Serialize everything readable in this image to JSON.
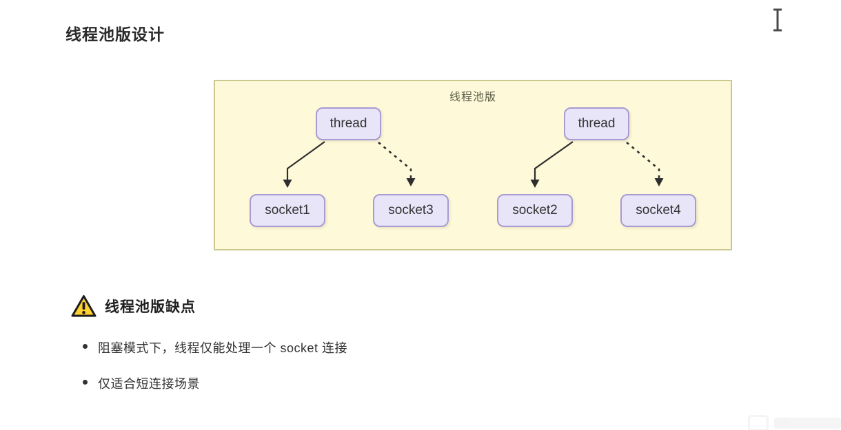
{
  "page": {
    "title": "线程池版设计"
  },
  "diagram": {
    "label": "线程池版",
    "threads": [
      {
        "label": "thread"
      },
      {
        "label": "thread"
      }
    ],
    "sockets": [
      {
        "label": "socket1"
      },
      {
        "label": "socket3"
      },
      {
        "label": "socket2"
      },
      {
        "label": "socket4"
      }
    ],
    "edges": [
      {
        "from": "thread-1",
        "to": "socket1",
        "style": "solid"
      },
      {
        "from": "thread-1",
        "to": "socket3",
        "style": "dashed"
      },
      {
        "from": "thread-2",
        "to": "socket2",
        "style": "solid"
      },
      {
        "from": "thread-2",
        "to": "socket4",
        "style": "dashed"
      }
    ],
    "colors": {
      "container_bg": "#fdf9d9",
      "container_border": "#c9c98e",
      "node_bg": "#e9e5f9",
      "node_border": "#a79bd2",
      "arrow": "#333333"
    }
  },
  "warning": {
    "heading": "线程池版缺点",
    "icon": "warning-triangle",
    "icon_color": "#ffd02e"
  },
  "bullets": [
    "阻塞模式下，线程仅能处理一个 socket 连接",
    "仅适合短连接场景"
  ]
}
